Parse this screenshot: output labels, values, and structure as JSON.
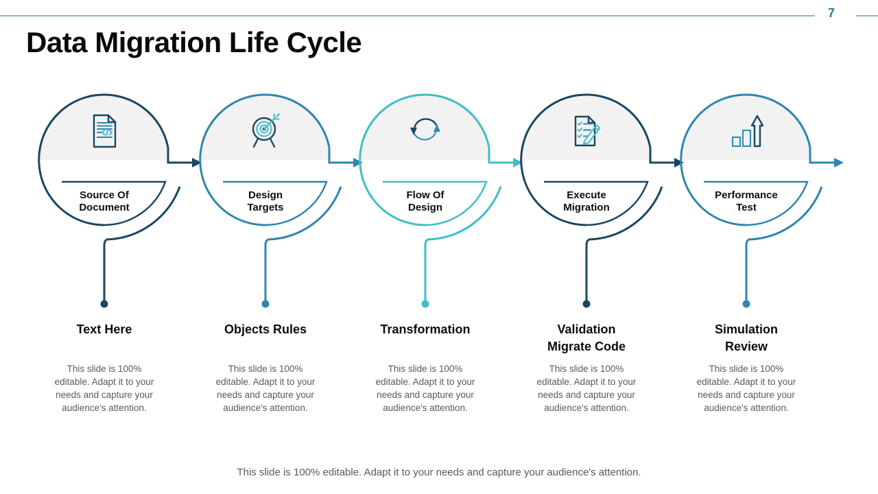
{
  "palette": {
    "navy": "#1a4662",
    "blue": "#2d86ae",
    "teal": "#3bbfc5",
    "rule": "#8fb6c8",
    "pagenum": "#1d7e96",
    "fillgray": "#f2f2f3",
    "textgray": "#59595b"
  },
  "page": {
    "number": "7",
    "title": "Data Migration Life Cycle",
    "footer": "This slide is 100% editable. Adapt it to your needs and capture your audience's attention."
  },
  "stages": [
    {
      "label": [
        "Source Of",
        "Document"
      ],
      "heading": [
        "Text Here"
      ],
      "body": "This slide is 100% editable. Adapt it to your needs and capture your audience's attention.",
      "color": "#1a4662",
      "icon": "document-code-icon"
    },
    {
      "label": [
        "Design",
        "Targets"
      ],
      "heading": [
        "Objects Rules"
      ],
      "body": "This slide is 100% editable. Adapt it to your needs and capture your audience's attention.",
      "color": "#2d86ae",
      "icon": "target-arrow-icon"
    },
    {
      "label": [
        "Flow Of",
        "Design"
      ],
      "heading": [
        "Transformation"
      ],
      "body": "This slide is 100% editable. Adapt it to your needs and capture your audience's attention.",
      "color": "#3bbfc5",
      "icon": "sync-arrows-icon"
    },
    {
      "label": [
        "Execute",
        "Migration"
      ],
      "heading": [
        "Validation",
        "Migrate Code"
      ],
      "body": "This slide is 100% editable. Adapt it to your needs and capture your audience's attention.",
      "color": "#1a4662",
      "icon": "checklist-pencil-icon"
    },
    {
      "label": [
        "Performance",
        "Test"
      ],
      "heading": [
        "Simulation",
        "Review"
      ],
      "body": "This slide is 100% editable. Adapt it to your needs and capture your audience's attention.",
      "color": "#2d86ae",
      "icon": "bar-chart-arrow-icon"
    }
  ]
}
